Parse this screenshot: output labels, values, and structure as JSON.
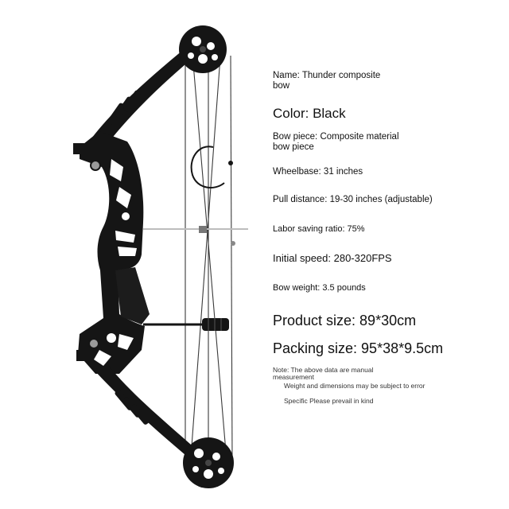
{
  "specs": {
    "name": "Name: Thunder composite bow",
    "color": "Color: Black",
    "bow_piece": "Bow piece: Composite material bow piece",
    "wheelbase": "Wheelbase: 31 inches",
    "pull_distance": "Pull distance: 19-30 inches (adjustable)",
    "labor_saving": "Labor saving ratio: 75%",
    "initial_speed": "Initial speed: 280-320FPS",
    "bow_weight": "Bow weight: 3.5 pounds",
    "product_size": "Product size: 89*30cm",
    "packing_size": "Packing size: 95*38*9.5cm"
  },
  "note": {
    "line1": "Note: The above data are manual measurement",
    "line2": "Weight and dimensions may be subject to error",
    "line3": "Specific Please prevail in kind"
  },
  "colors": {
    "bow": "#151515",
    "string": "#3a3a3a",
    "text": "#111111"
  }
}
